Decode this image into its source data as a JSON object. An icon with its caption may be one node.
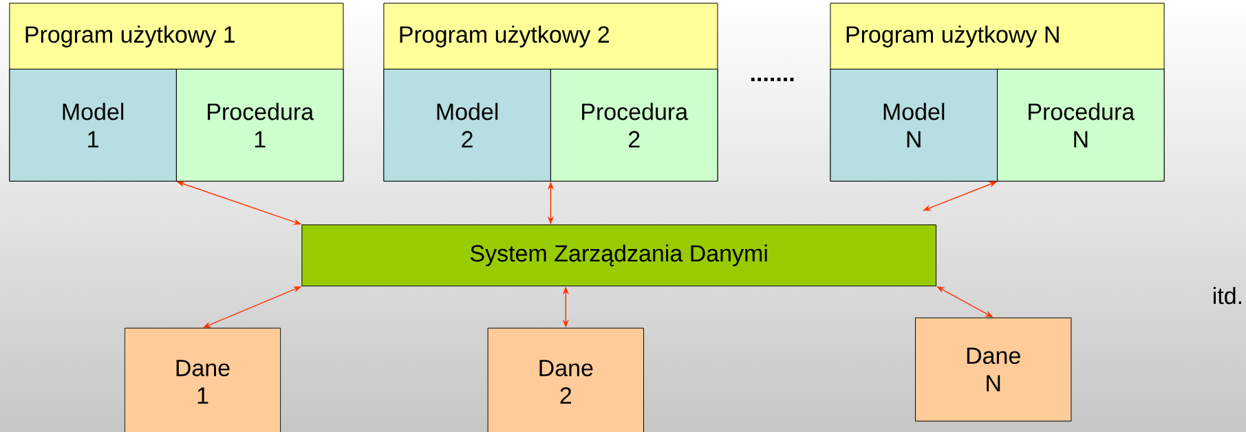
{
  "diagram": {
    "nodes": [
      {
        "text": [
          "Program użytkowy 1"
        ]
      },
      {
        "text": [
          "Model 1"
        ],
        "in": 0
      },
      {
        "text": [
          "Procedura 1"
        ],
        "in": 0
      },
      {
        "text": [
          "Program użytkowy 2"
        ]
      },
      {
        "text": [
          "Model 2"
        ],
        "in": 3
      },
      {
        "text": [
          "Procedura 2"
        ],
        "in": 3
      },
      {
        "text": [
          "Program użytkowy N"
        ]
      },
      {
        "text": [
          "Model N"
        ],
        "in": 6
      },
      {
        "text": [
          "Procedura N"
        ],
        "in": 6
      },
      {
        "text": [
          "System Zarządzania Danymi"
        ]
      },
      {
        "text": [
          "Dane 1"
        ]
      },
      {
        "text": [
          "Dane 2"
        ]
      },
      {
        "text": [
          "Dane N"
        ]
      }
    ],
    "edges": [
      {
        "from": 0,
        "to": 9,
        "arrow": "both"
      },
      {
        "from": 3,
        "to": 9,
        "arrow": "both"
      },
      {
        "from": 6,
        "to": 9,
        "arrow": "both"
      },
      {
        "from": 9,
        "to": 10,
        "arrow": "both"
      },
      {
        "from": 9,
        "to": 11,
        "arrow": "both"
      },
      {
        "from": 9,
        "to": 12,
        "arrow": "both"
      }
    ],
    "labels": [
      ".......",
      "itd."
    ]
  }
}
